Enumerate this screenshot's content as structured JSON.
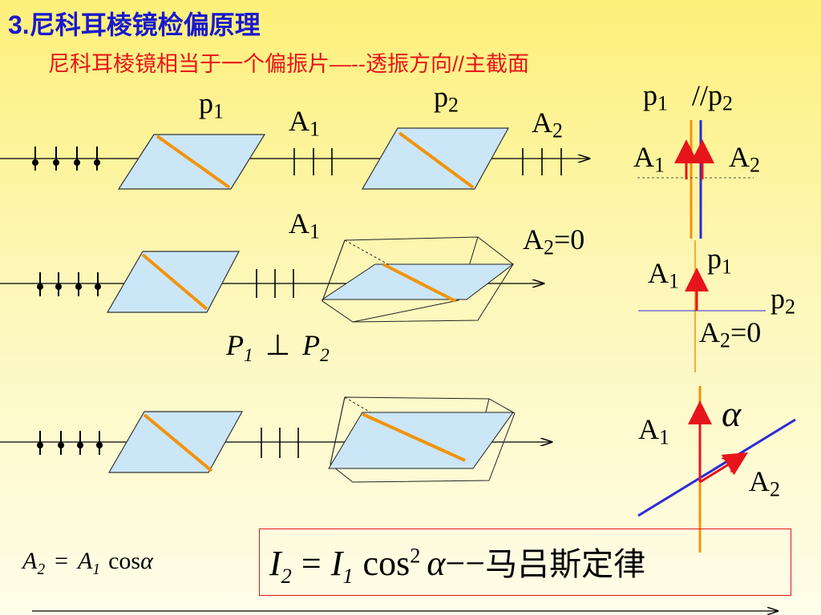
{
  "title": "3.尼科耳棱镜检偏原理",
  "subtitle": "尼科耳棱镜相当于一个偏振片—--透振方向//主截面",
  "labels": {
    "p1": "p",
    "p2": "p",
    "sub1": "1",
    "sub2": "2",
    "A": "A",
    "A2_zero_value": "=0",
    "parallel_symbol": "//",
    "perp_P": "P",
    "perp_symbol": "⊥",
    "alpha": "α"
  },
  "formula_left": {
    "lhs": "A",
    "lhs_sub": "2",
    "eq": "=",
    "rhs": "A",
    "rhs_sub": "1",
    "cos": "cos",
    "alpha": "α"
  },
  "formula_right": {
    "lhs": "I",
    "lhs_sub": "2",
    "eq": "=",
    "rhs": "I",
    "rhs_sub": "1",
    "cos": "cos",
    "power": "2",
    "alpha": "α",
    "dash": "−−",
    "law": "马吕斯定律"
  },
  "colors": {
    "title": "#1a1acd",
    "subtitle": "#e8141b",
    "crystal": "#cbe6f7",
    "axis": "#f2930c",
    "vector": "#e8141b",
    "line_blue": "#2a2ad6"
  }
}
